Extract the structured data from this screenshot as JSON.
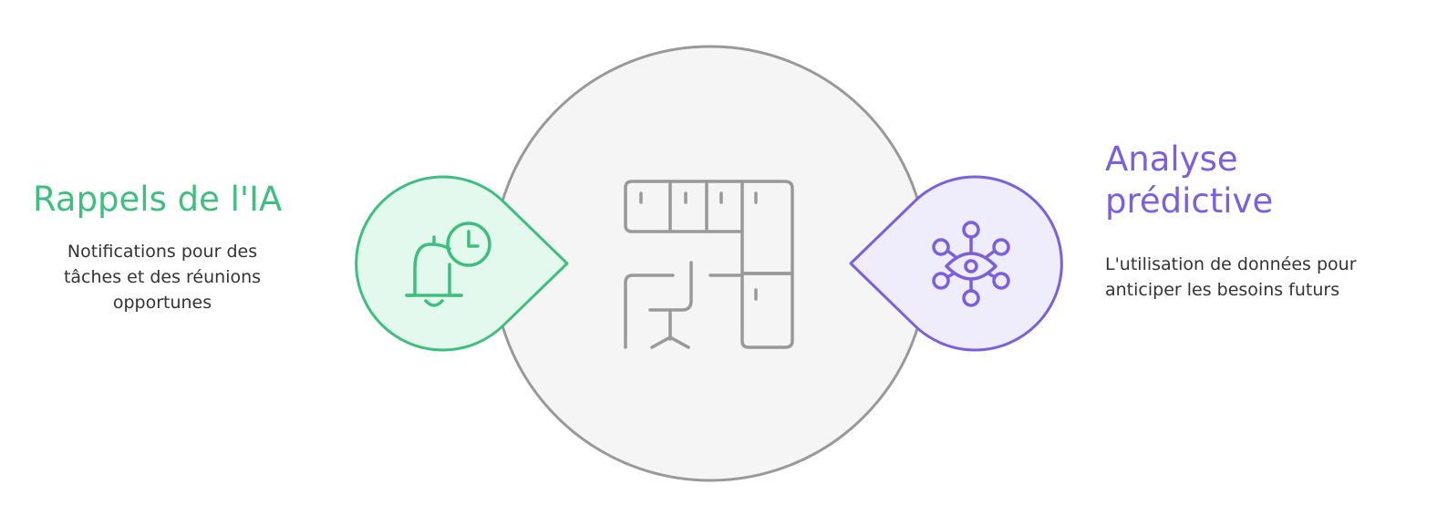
{
  "left": {
    "title": "Rappels de l'IA",
    "desc_lines": [
      "Notifications pour des",
      "tâches et des réunions",
      "opportunes"
    ],
    "color": "#3fbf7f",
    "fill": "#e3f9ee",
    "icon": "bell-clock-icon"
  },
  "right": {
    "title_lines": [
      "Analyse",
      "prédictive"
    ],
    "desc_lines": [
      "L'utilisation de données pour",
      "anticiper les besoins futurs"
    ],
    "color": "#7b5fdc",
    "fill": "#efecfb",
    "icon": "eye-network-icon"
  },
  "center": {
    "icon": "office-layout-icon",
    "stroke": "#999999",
    "fill": "#f5f5f5"
  }
}
